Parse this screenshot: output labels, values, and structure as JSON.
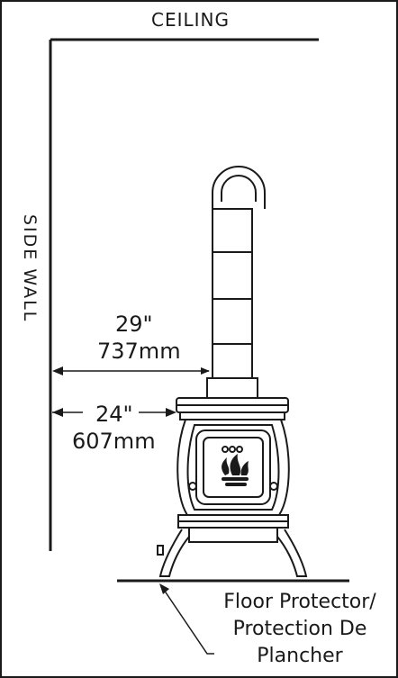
{
  "labels": {
    "ceiling": "CEILING",
    "side_wall": "SIDE WALL",
    "dim_outer_in": "29\"",
    "dim_outer_mm": "737mm",
    "dim_inner_in": "24\"",
    "dim_inner_mm": "607mm",
    "floor_protector_line1": "Floor Protector/",
    "floor_protector_line2": "Protection De",
    "floor_protector_line3": "Plancher"
  },
  "colors": {
    "line": "#1a1a1a",
    "background": "#ffffff"
  }
}
